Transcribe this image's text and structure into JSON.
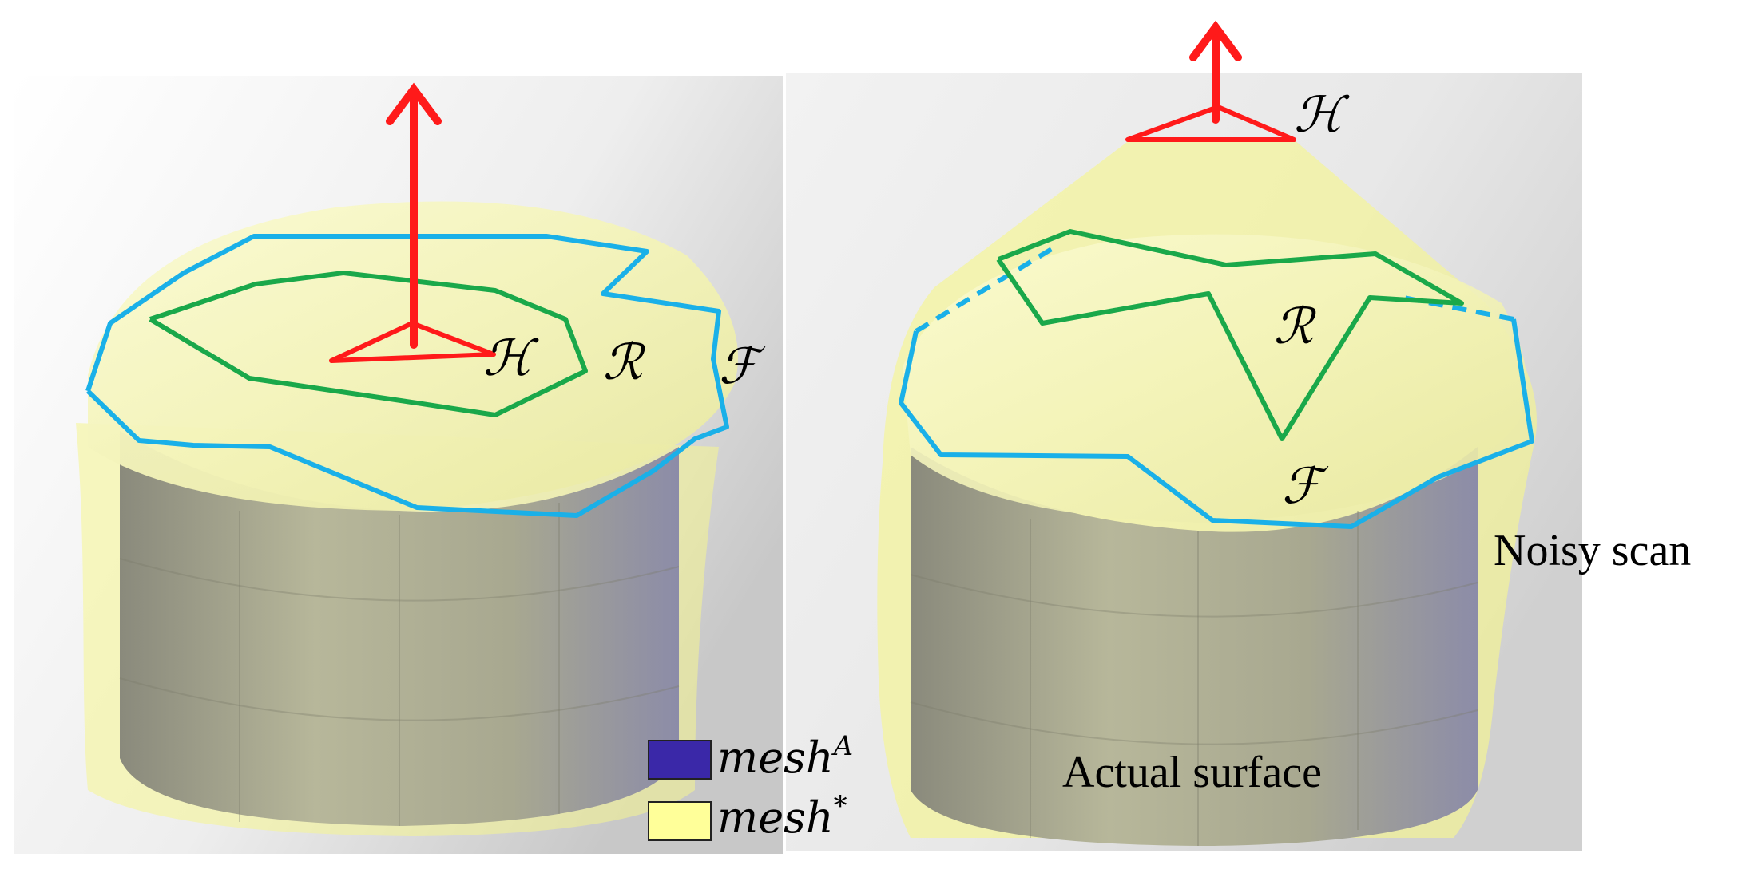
{
  "panels": [
    {
      "id": "left",
      "labels": {
        "H": "ℋ",
        "R": "ℛ",
        "F": "ℱ"
      }
    },
    {
      "id": "right",
      "labels": {
        "H": "ℋ",
        "R": "ℛ",
        "F": "ℱ"
      },
      "annotations": {
        "noisy": "Noisy scan",
        "actual": "Actual surface"
      }
    }
  ],
  "legend": {
    "items": [
      {
        "label": "mesh",
        "sup": "A",
        "color": "#3a28a8"
      },
      {
        "label": "mesh",
        "sup": "*",
        "color": "#ffff99"
      }
    ]
  },
  "colors": {
    "boundary": "#1ab0e8",
    "ring": "#1aa84a",
    "arrow": "#ff1a1a",
    "mesh_yellow": "#f4f47a",
    "mesh_gray": "#9a9a94",
    "mesh_purple": "#8c84b8"
  }
}
